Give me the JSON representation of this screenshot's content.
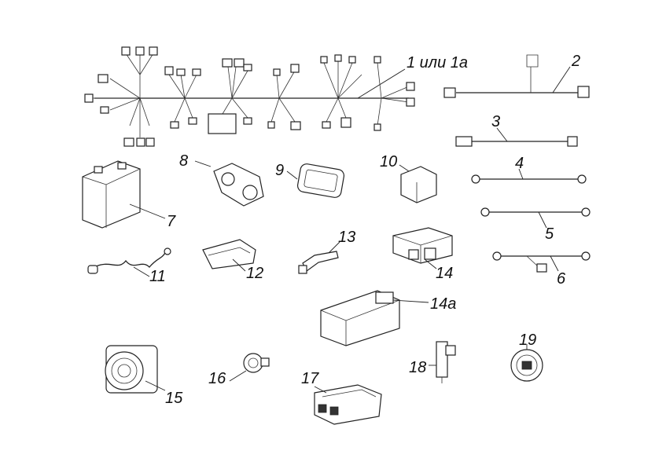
{
  "labels": {
    "p1": "1 или 1а",
    "p2": "2",
    "p3": "3",
    "p4": "4",
    "p5": "5",
    "p6": "6",
    "p7": "7",
    "p8": "8",
    "p9": "9",
    "p10": "10",
    "p11": "11",
    "p12": "12",
    "p13": "13",
    "p14": "14",
    "p14a": "14а",
    "p15": "15",
    "p16": "16",
    "p17": "17",
    "p18": "18",
    "p19": "19"
  },
  "colors": {
    "line": "#222222",
    "background": "#ffffff"
  }
}
